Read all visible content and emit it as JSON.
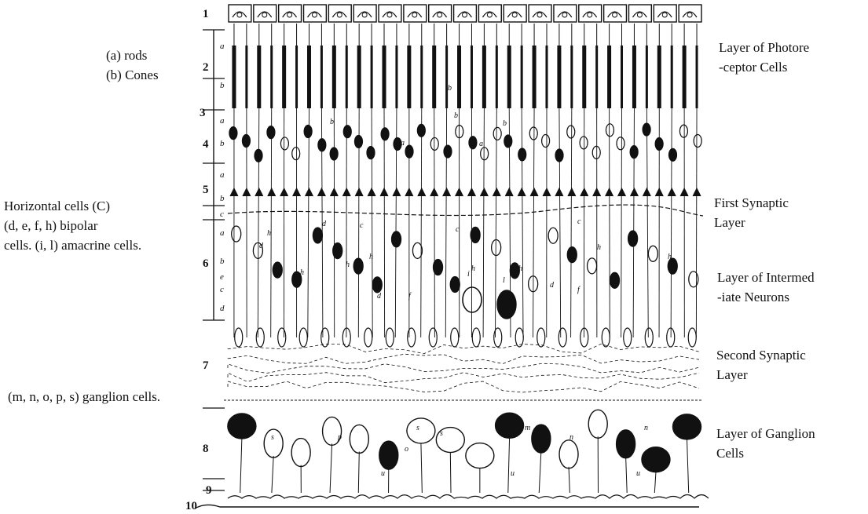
{
  "left_labels": {
    "rods": "(a)  rods",
    "cones": "(b)  Cones",
    "horizontal": "Horizontal cells (C)",
    "bipolar": "(d, e, f, h)  bipolar",
    "amacrine": "cells. (i, l)  amacrine cells.",
    "ganglion": "(m, n, o, p, s)  ganglion cells."
  },
  "right_labels": {
    "photoreceptor_1": "Layer of Photore",
    "photoreceptor_2": "-ceptor  Cells",
    "first_synaptic_1": "First  Synaptic",
    "first_synaptic_2": "Layer",
    "intermediate_1": "Layer of Intermed",
    "intermediate_2": "-iate  Neurons",
    "second_synaptic_1": "Second  Synaptic",
    "second_synaptic_2": "Layer",
    "ganglion_layer_1": "Layer of Ganglion",
    "ganglion_layer_2": "Cells"
  },
  "layer_numbers": [
    "1",
    "2",
    "3",
    "4",
    "5",
    "6",
    "7",
    "8",
    "9",
    "10"
  ],
  "sublayer_letters": [
    "a",
    "b",
    "a",
    "b",
    "a",
    "b",
    "c",
    "a",
    "b",
    "e",
    "c",
    "d"
  ],
  "cell_letters": [
    "b",
    "b",
    "a",
    "a",
    "b",
    "b",
    "c",
    "c",
    "d",
    "d",
    "h",
    "h",
    "h",
    "h",
    "h",
    "h",
    "i",
    "l",
    "d",
    "f",
    "c",
    "d",
    "f",
    "h",
    "h",
    "p",
    "m",
    "n",
    "o",
    "s",
    "s",
    "s",
    "n",
    "u",
    "u",
    "u"
  ],
  "colors": {
    "ink": "#111111",
    "background": "#ffffff"
  }
}
